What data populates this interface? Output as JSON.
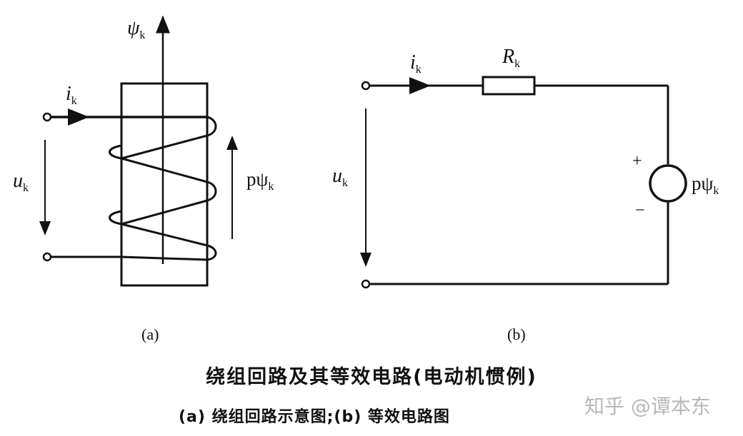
{
  "figure_a": {
    "label_psi": "ψ",
    "label_psi_sub": "k",
    "label_i": "i",
    "label_i_sub": "k",
    "label_u": "u",
    "label_u_sub": "k",
    "label_ppsi": "pψ",
    "label_ppsi_sub": "k",
    "caption": "(a)"
  },
  "figure_b": {
    "label_i": "i",
    "label_i_sub": "k",
    "label_R": "R",
    "label_R_sub": "k",
    "label_u": "u",
    "label_u_sub": "k",
    "label_plus": "+",
    "label_minus": "−",
    "label_ppsi": "pψ",
    "label_ppsi_sub": "k",
    "caption": "(b)"
  },
  "caption_main": "绕组回路及其等效电路(电动机惯例)",
  "caption_sub": "(a) 绕组回路示意图;(b) 等效电路图",
  "watermark": "知乎 @谭本东"
}
